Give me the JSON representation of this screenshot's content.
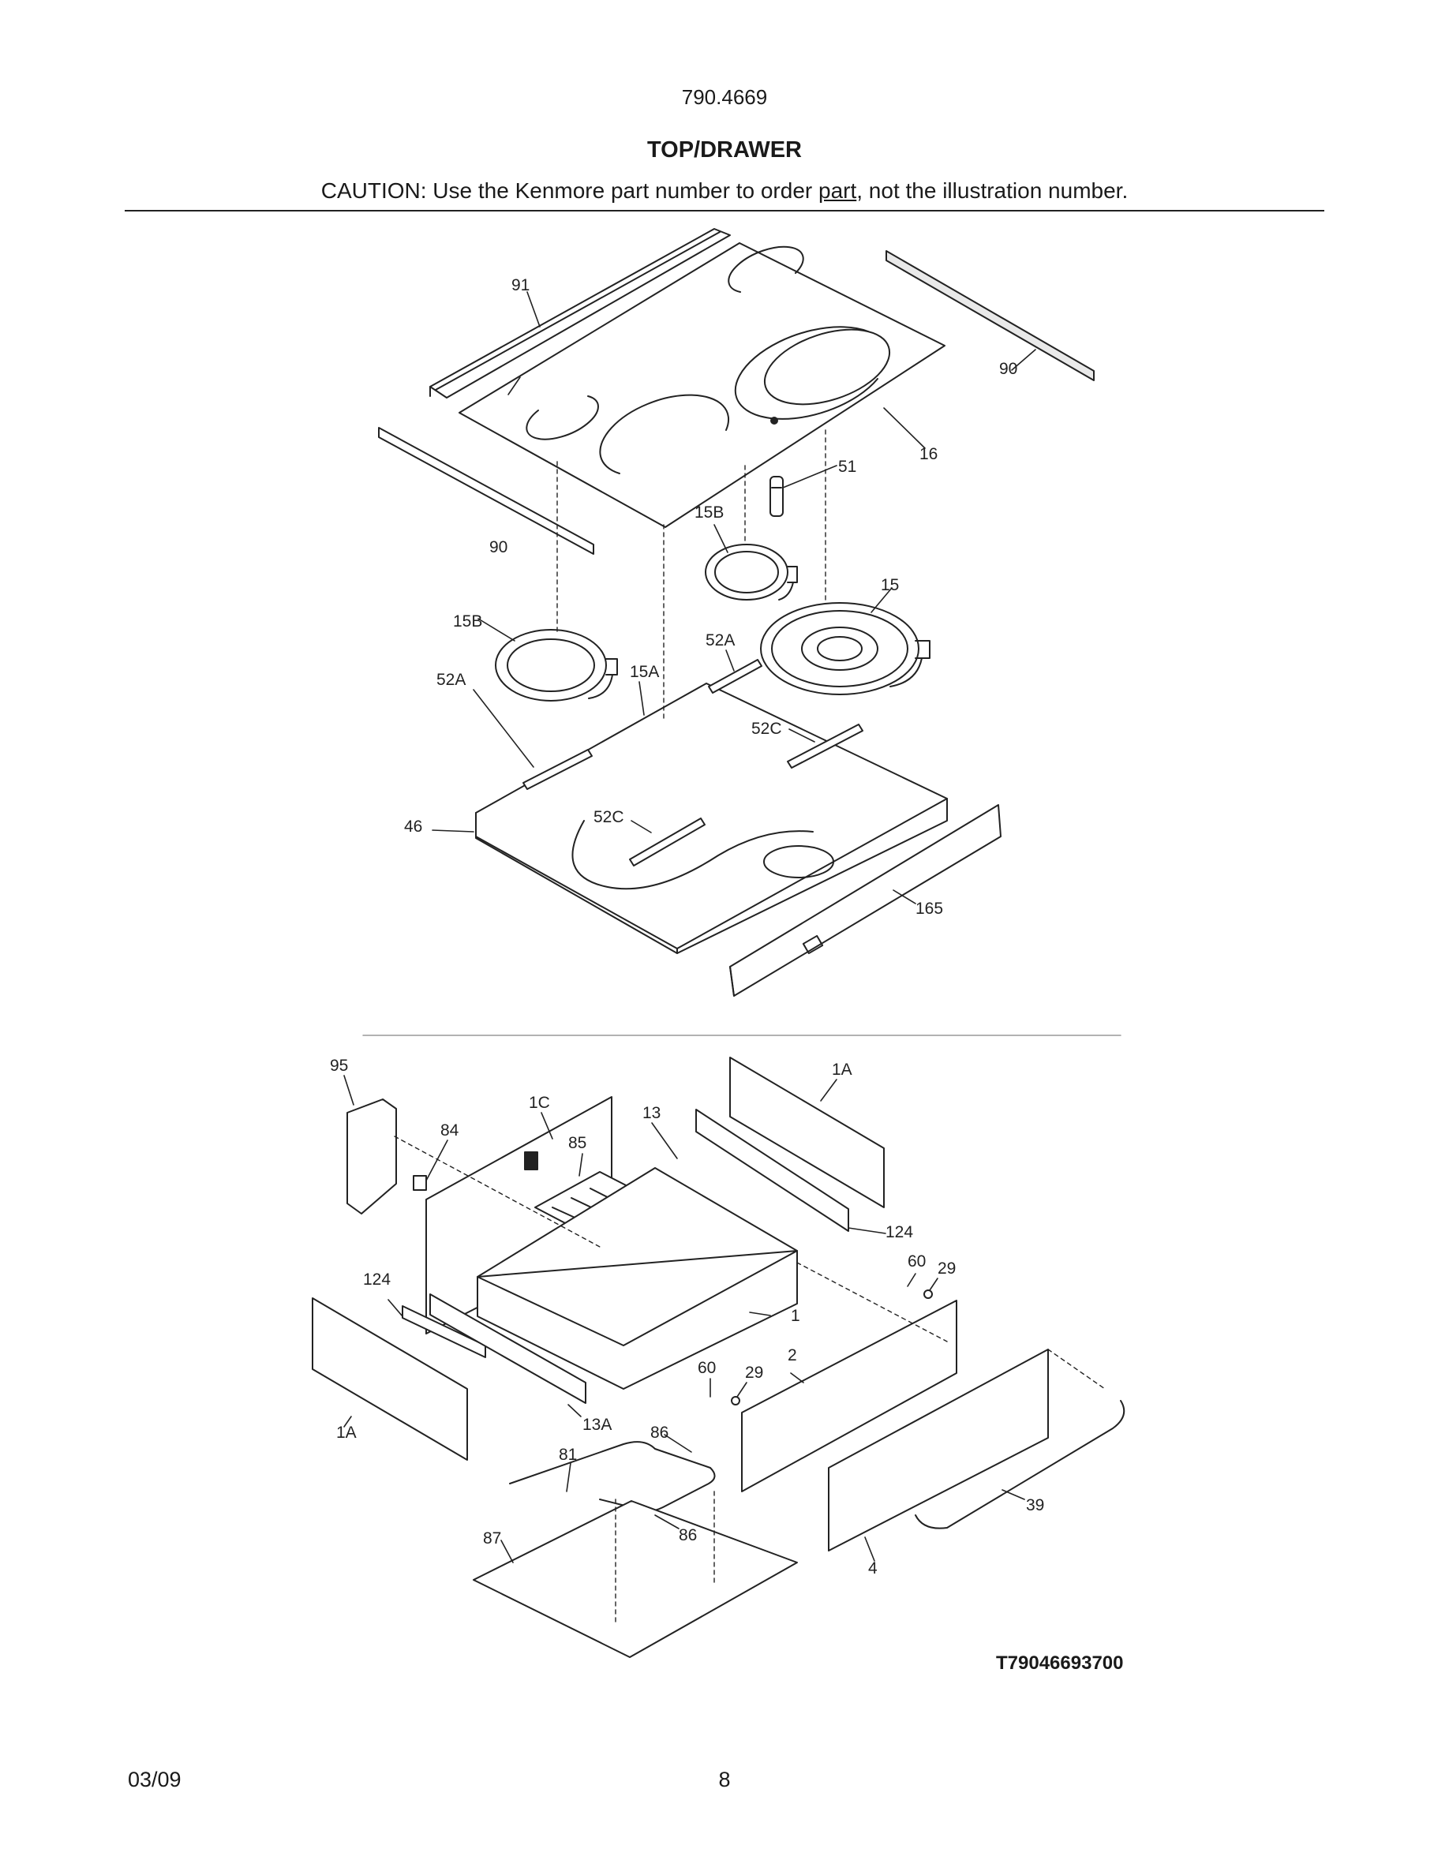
{
  "header": {
    "model": "790.4669",
    "title": "TOP/DRAWER",
    "caution_before": "CAUTION: Use the Kenmore part number to order ",
    "caution_link": "part",
    "caution_after": ", not the illustration number."
  },
  "callouts": {
    "top": {
      "c91": "91",
      "c90a": "90",
      "c90b": "90",
      "c16": "16",
      "c51": "51",
      "c15b_1": "15B",
      "c15": "15",
      "c15b_2": "15B",
      "c52a_1": "52A",
      "c52a_2": "52A",
      "c15a": "15A",
      "c52c_1": "52C",
      "c52c_2": "52C",
      "c46": "46",
      "c165": "165"
    },
    "drawer": {
      "c95": "95",
      "c84": "84",
      "c1c": "1C",
      "c85": "85",
      "c13": "13",
      "c1a_1": "1A",
      "c124_1": "124",
      "c60_1": "60",
      "c29_1": "29",
      "c124_2": "124",
      "c1": "1",
      "c2": "2",
      "c60_2": "60",
      "c29_2": "29",
      "c1a_2": "1A",
      "c13a": "13A",
      "c86_1": "86",
      "c81": "81",
      "c86_2": "86",
      "c87": "87",
      "c39": "39",
      "c4": "4"
    }
  },
  "figure_id": "T79046693700",
  "footer": {
    "date": "03/09",
    "page": "8"
  },
  "colors": {
    "line": "#222222",
    "panel": "#ffffff",
    "shade": "#e9e9e9"
  }
}
